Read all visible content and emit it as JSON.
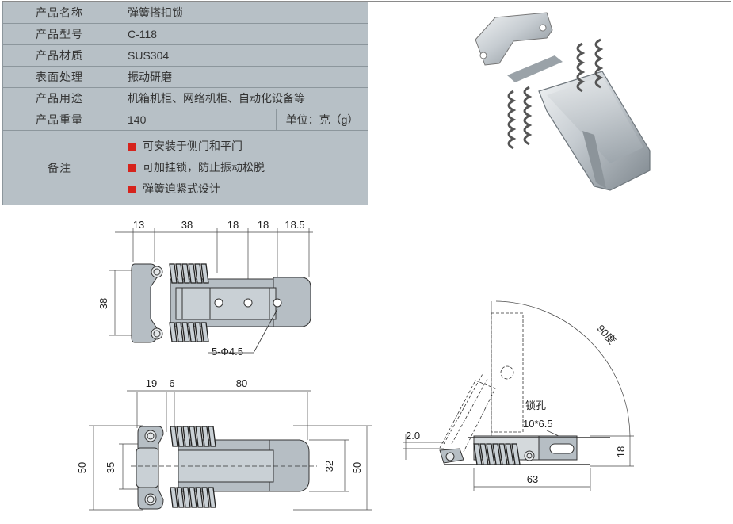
{
  "spec": {
    "rows": [
      {
        "label": "产品名称",
        "value": "弹簧搭扣锁"
      },
      {
        "label": "产品型号",
        "value": "C-118"
      },
      {
        "label": "产品材质",
        "value": "SUS304"
      },
      {
        "label": "表面处理",
        "value": "振动研磨"
      },
      {
        "label": "产品用途",
        "value": "机箱机柜、网络机柜、自动化设备等"
      }
    ],
    "weight": {
      "label": "产品重量",
      "value": "140",
      "unit": "单位：克（g）"
    },
    "remarks": {
      "label": "备注",
      "items": [
        "可安装于侧门和平门",
        "可加挂锁，防止振动松脱",
        "弹簧迫紧式设计"
      ],
      "bullet_color": "#d6231c"
    }
  },
  "drawing": {
    "top_dims": [
      "13",
      "38",
      "18",
      "18",
      "18.5"
    ],
    "top_height": "38",
    "hole_note": "5-Φ4.5",
    "mid_dims": [
      "19",
      "6",
      "80"
    ],
    "mid_left_dims": [
      "50",
      "35"
    ],
    "mid_right_dims": [
      "32",
      "50"
    ],
    "side_angle": "90度",
    "side_lock_label": "锁孔",
    "side_lock_size": "10*6.5",
    "side_offset": "2.0",
    "side_height": "18",
    "side_length": "63"
  },
  "colors": {
    "table_bg": "#b7c0c6",
    "metal": "#a9b3bb",
    "bullet": "#d6231c"
  }
}
